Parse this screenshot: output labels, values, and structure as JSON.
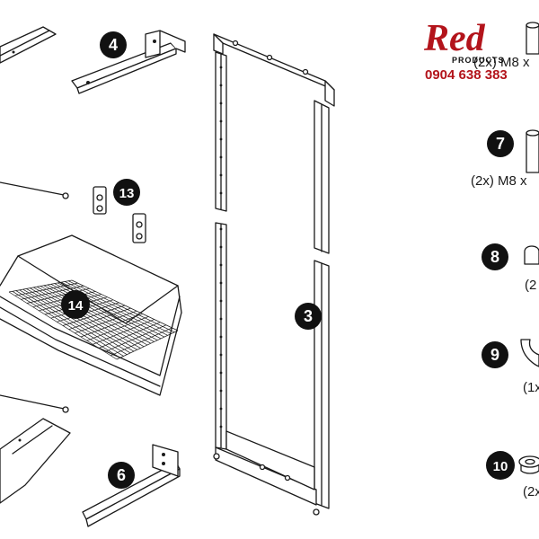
{
  "watermark": {
    "brand": "Red",
    "sub": "PRODUCTS",
    "phone": "0904 638 383",
    "brand_color": "#b3141b"
  },
  "callouts": [
    {
      "id": "4",
      "label": "4"
    },
    {
      "id": "13",
      "label": "13"
    },
    {
      "id": "14",
      "label": "14"
    },
    {
      "id": "3",
      "label": "3"
    },
    {
      "id": "6",
      "label": "6"
    },
    {
      "id": "7",
      "label": "7"
    },
    {
      "id": "8",
      "label": "8"
    },
    {
      "id": "9",
      "label": "9"
    },
    {
      "id": "10",
      "label": "10"
    }
  ],
  "hardware_qty": {
    "top": "(2x) M8 x",
    "p7": "(2x) M8 x",
    "p8": "(2",
    "p9": "(1x",
    "p10": "(2x"
  },
  "colors": {
    "line": "#1a1a1a",
    "callout_bg": "#111111",
    "background": "#ffffff"
  }
}
